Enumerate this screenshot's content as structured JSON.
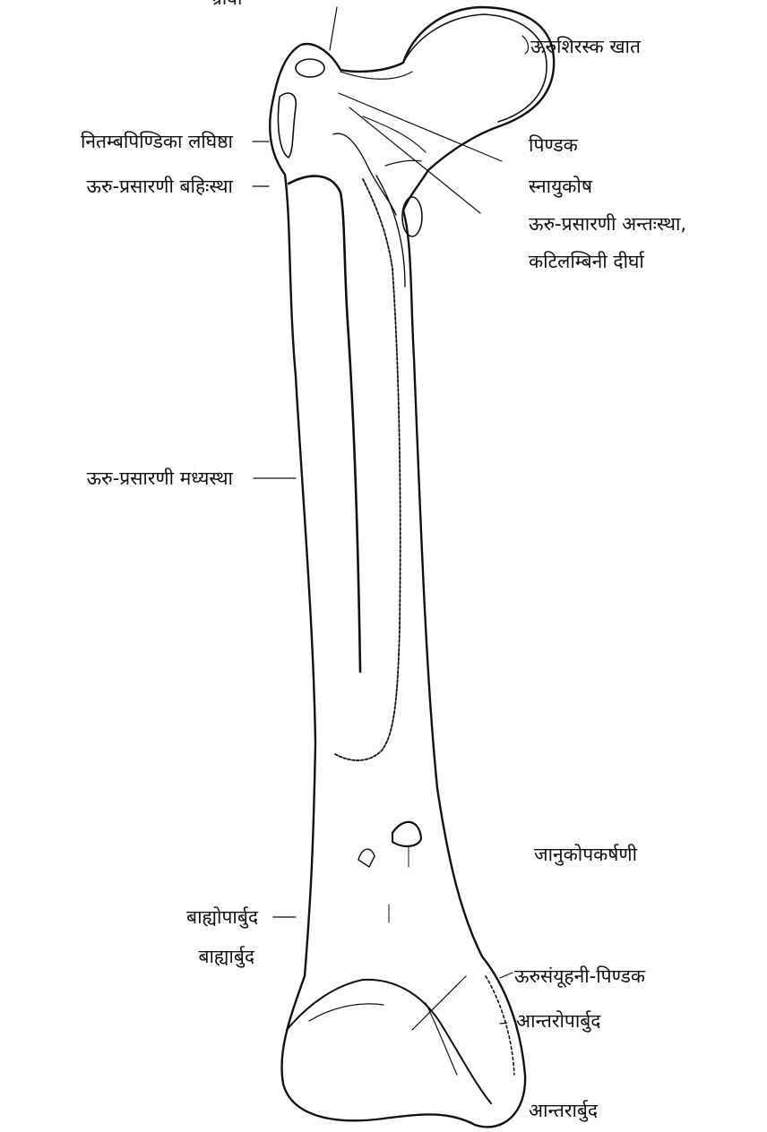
{
  "labels": {
    "top_cut": "ग्रीवा",
    "head_fossa": "ऊरुशिरस्क खात",
    "gluteus_minimus": "नितम्बपिण्डिका लघिष्ठा",
    "vastus_lateralis": "ऊरु-प्रसारणी बहिःस्था",
    "piriformis": "पिण्डक",
    "capsule": "स्नायुकोष",
    "vastus_medialis_1": "ऊरु-प्रसारणी अन्तःस्था,",
    "vastus_medialis_2": "कटिलम्बिनी दीर्घा",
    "vastus_intermedius": "ऊरु-प्रसारणी मध्यस्था",
    "articularis_genus": "जानुकोपकर्षणी",
    "lateral_epicondyle": "बाह्योपार्बुद",
    "lateral_condyle": "बाह्यार्बुद",
    "adductor_tubercle": "ऊरुसंयूहनी-पिण्डक",
    "medial_epicondyle": "आन्तरोपार्बुद",
    "medial_condyle": "आन्तरार्बुद"
  },
  "colors": {
    "ink": "#111111",
    "paper": "#ffffff"
  }
}
